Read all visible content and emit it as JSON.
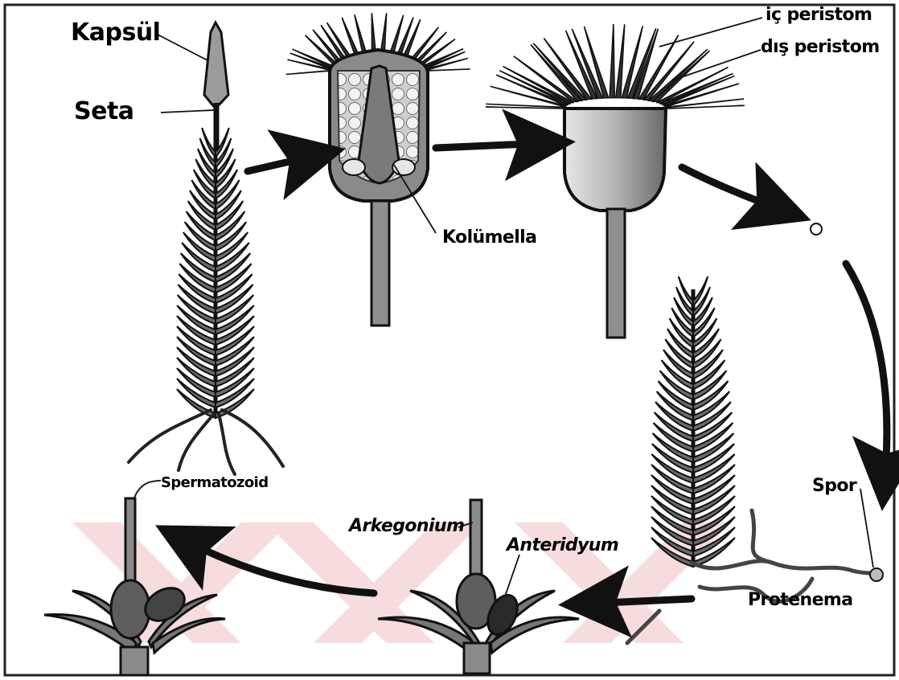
{
  "labels": {
    "kapsul": "Kapsül",
    "seta": "Seta",
    "kolumella": "Kolümella",
    "ic_peristom": "iç peristom",
    "dis_peristom": "dış peristom",
    "spor": "Spor",
    "protenema": "Protenema",
    "anteridyum": "Anteridyum",
    "arkegonium": "Arkegonium",
    "spermatozoid": "Spermatozoid"
  },
  "colors": {
    "ink": "#111111",
    "plant_fill": "#5a5a5a",
    "capsule_fill": "#9a9a9a",
    "spore_fill": "#e8e8e8",
    "watermark": "#f4c9cc",
    "frame": "#222222"
  }
}
